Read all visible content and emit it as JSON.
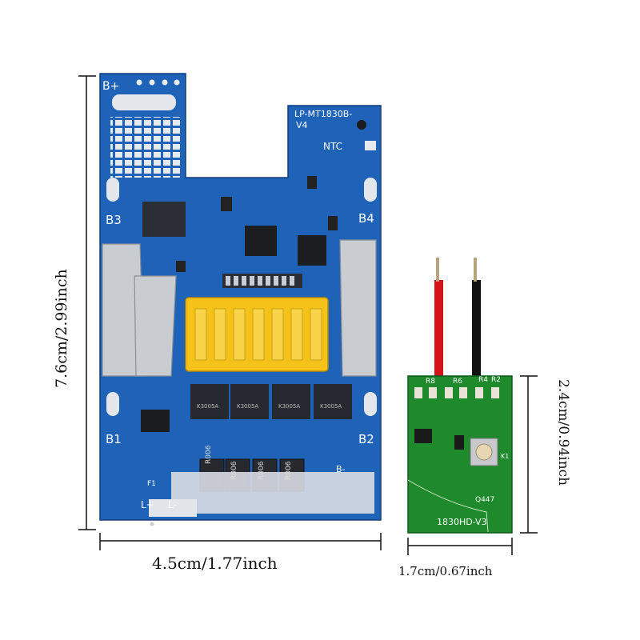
{
  "dimensions": {
    "main_height": "7.6cm/2.99inch",
    "main_width": "4.5cm/1.77inch",
    "small_height": "2.4cm/0.94inch",
    "small_width": "1.7cm/0.67inch"
  },
  "main_board": {
    "model": "LP-MT1830B-",
    "version": "V4",
    "ntc": "NTC",
    "b_plus": "B+",
    "b_minus": "B-",
    "b1": "B1",
    "b2": "B2",
    "b3": "B3",
    "b4": "B4",
    "l_plus": "L+",
    "l_minus": "L-",
    "f1": "F1",
    "resistor_code": "R006",
    "mosfet_code": "K3005A"
  },
  "small_board": {
    "model": "1830HD-V3",
    "r8": "R8",
    "r6": "R6",
    "r4": "R4",
    "r2": "R2",
    "k1": "K1",
    "code": "Q447"
  },
  "colors": {
    "main_pcb": "#1f63b8",
    "small_pcb": "#1e8a2c",
    "connector": "#f5c21a",
    "wire_red": "#d4141a",
    "wire_black": "#111111"
  }
}
